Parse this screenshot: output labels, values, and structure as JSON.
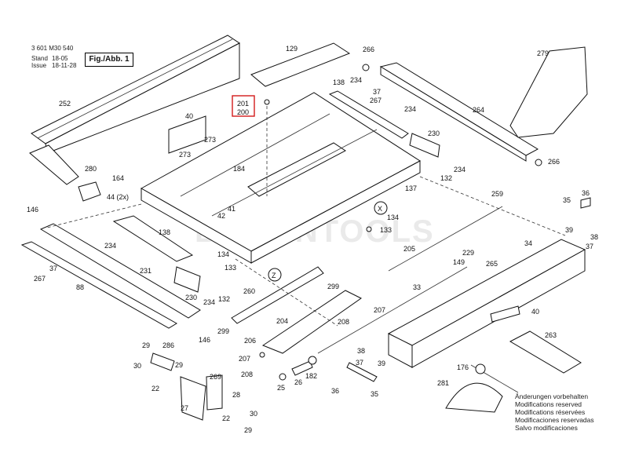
{
  "header": {
    "part_number": "3 601 M30 540",
    "stand_label": "Stand",
    "stand_date": "18-05",
    "issue_label": "Issue",
    "issue_date": "18-11-28",
    "figure_label": "Fig./Abb. 1"
  },
  "watermark": "BESTINTOOLS",
  "notes": [
    "Änderungen vorbehalten",
    "Modifications reserved",
    "Modifications réservées",
    "Modificaciones reservadas",
    "Salvo modificaciones"
  ],
  "callouts": [
    {
      "id": "252",
      "text": "252"
    },
    {
      "id": "129",
      "text": "129"
    },
    {
      "id": "266a",
      "text": "266"
    },
    {
      "id": "279",
      "text": "279"
    },
    {
      "id": "201",
      "text": "201"
    },
    {
      "id": "200",
      "text": "200"
    },
    {
      "id": "138a",
      "text": "138"
    },
    {
      "id": "234a",
      "text": "234"
    },
    {
      "id": "37a",
      "text": "37"
    },
    {
      "id": "267a",
      "text": "267"
    },
    {
      "id": "264",
      "text": "264"
    },
    {
      "id": "40a",
      "text": "40"
    },
    {
      "id": "273a",
      "text": "273"
    },
    {
      "id": "273b",
      "text": "273"
    },
    {
      "id": "280",
      "text": "280"
    },
    {
      "id": "164",
      "text": "164"
    },
    {
      "id": "184",
      "text": "184"
    },
    {
      "id": "234b",
      "text": "234"
    },
    {
      "id": "230a",
      "text": "230"
    },
    {
      "id": "234c",
      "text": "234"
    },
    {
      "id": "132a",
      "text": "132"
    },
    {
      "id": "266b",
      "text": "266"
    },
    {
      "id": "44",
      "text": "44 (2x)"
    },
    {
      "id": "137",
      "text": "137"
    },
    {
      "id": "259",
      "text": "259"
    },
    {
      "id": "36a",
      "text": "36"
    },
    {
      "id": "35a",
      "text": "35"
    },
    {
      "id": "146a",
      "text": "146"
    },
    {
      "id": "42",
      "text": "42"
    },
    {
      "id": "41",
      "text": "41"
    },
    {
      "id": "134a",
      "text": "134"
    },
    {
      "id": "133a",
      "text": "133"
    },
    {
      "id": "39",
      "text": "39"
    },
    {
      "id": "38a",
      "text": "38"
    },
    {
      "id": "37b",
      "text": "37"
    },
    {
      "id": "138b",
      "text": "138"
    },
    {
      "id": "234d",
      "text": "234"
    },
    {
      "id": "134b",
      "text": "134"
    },
    {
      "id": "205",
      "text": "205"
    },
    {
      "id": "34",
      "text": "34"
    },
    {
      "id": "229",
      "text": "229"
    },
    {
      "id": "149",
      "text": "149"
    },
    {
      "id": "265",
      "text": "265"
    },
    {
      "id": "133b",
      "text": "133"
    },
    {
      "id": "231",
      "text": "231"
    },
    {
      "id": "37c",
      "text": "37"
    },
    {
      "id": "267b",
      "text": "267"
    },
    {
      "id": "88",
      "text": "88"
    },
    {
      "id": "230b",
      "text": "230"
    },
    {
      "id": "234e",
      "text": "234"
    },
    {
      "id": "132b",
      "text": "132"
    },
    {
      "id": "299a",
      "text": "299"
    },
    {
      "id": "260",
      "text": "260"
    },
    {
      "id": "33",
      "text": "33"
    },
    {
      "id": "40b",
      "text": "40"
    },
    {
      "id": "204",
      "text": "204"
    },
    {
      "id": "207a",
      "text": "207"
    },
    {
      "id": "208a",
      "text": "208"
    },
    {
      "id": "146b",
      "text": "146"
    },
    {
      "id": "299b",
      "text": "299"
    },
    {
      "id": "206",
      "text": "206"
    },
    {
      "id": "263",
      "text": "263"
    },
    {
      "id": "29a",
      "text": "29"
    },
    {
      "id": "286",
      "text": "286"
    },
    {
      "id": "30a",
      "text": "30"
    },
    {
      "id": "29b",
      "text": "29"
    },
    {
      "id": "207b",
      "text": "207"
    },
    {
      "id": "208b",
      "text": "208"
    },
    {
      "id": "25",
      "text": "25"
    },
    {
      "id": "26",
      "text": "26"
    },
    {
      "id": "182",
      "text": "182"
    },
    {
      "id": "38b",
      "text": "38"
    },
    {
      "id": "37d",
      "text": "37"
    },
    {
      "id": "39b",
      "text": "39"
    },
    {
      "id": "176",
      "text": "176"
    },
    {
      "id": "22a",
      "text": "22"
    },
    {
      "id": "269",
      "text": "269"
    },
    {
      "id": "28",
      "text": "28"
    },
    {
      "id": "27",
      "text": "27"
    },
    {
      "id": "36b",
      "text": "36"
    },
    {
      "id": "35b",
      "text": "35"
    },
    {
      "id": "281",
      "text": "281"
    },
    {
      "id": "22b",
      "text": "22"
    },
    {
      "id": "30b",
      "text": "30"
    },
    {
      "id": "29c",
      "text": "29"
    },
    {
      "id": "X",
      "text": "X"
    },
    {
      "id": "Z",
      "text": "Z"
    }
  ]
}
